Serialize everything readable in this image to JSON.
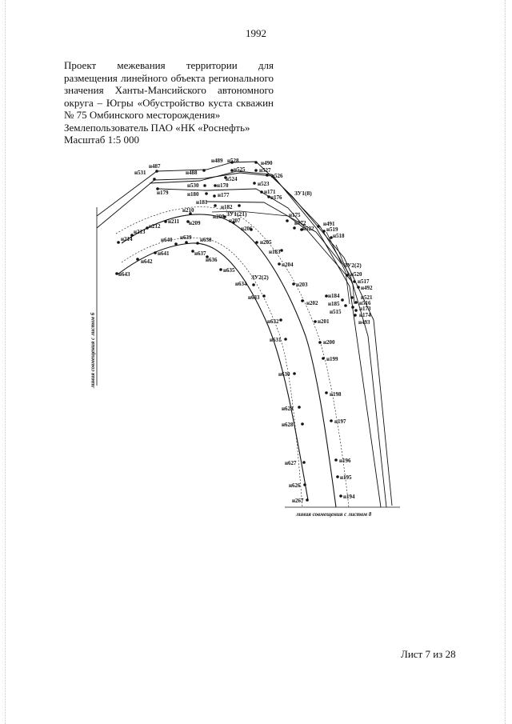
{
  "header": {
    "page_number": "1992"
  },
  "title_block": {
    "lines": [
      "Проект межевания территории для",
      "размещения линейного объекта регионального",
      "значения Ханты-Мансийского автономного",
      "округа – Югры «Обустройство куста скважин",
      "№ 75 Омбинского месторождения»",
      "Землепользователь ПАО «НК «Роснефть»",
      "Масштаб 1:5 000"
    ]
  },
  "map": {
    "edge_label_left": "линия совмещения с листом 6",
    "edge_label_bottom": "линия совмещения с листом 8",
    "zones": [
      "ЗУ1(8)",
      "ЗУ1(21)",
      "ЗУ2(2)",
      "ЗУ2(2)"
    ],
    "points": [
      "н487",
      "н531",
      "н179",
      "н488",
      "н489",
      "н528",
      "н490",
      "н525",
      "н527",
      "н524",
      "н526",
      "н530",
      "н170",
      "н523",
      "н180",
      "н177",
      "н171",
      "н176",
      "н181",
      "н182",
      "н210",
      "н208",
      "н207",
      "н211",
      "н209",
      "н206",
      "н212",
      "н213",
      "н214",
      "н175",
      "н172",
      "н522",
      "н491",
      "н519",
      "н518",
      "н183",
      "н205",
      "н204",
      "н520",
      "н517",
      "н492",
      "н521",
      "н516",
      "н173",
      "н174",
      "н184",
      "н185",
      "н515",
      "н493",
      "н203",
      "н202",
      "н201",
      "н200",
      "н199",
      "н198",
      "н197",
      "н196",
      "н195",
      "н194",
      "н640",
      "н639",
      "н638",
      "н641",
      "н637",
      "н636",
      "н642",
      "н643",
      "н635",
      "н634",
      "н633",
      "н632",
      "н631",
      "н630",
      "н629",
      "н628",
      "н627",
      "н626",
      "н267"
    ]
  },
  "footer": {
    "sheet": "Лист 7 из 28"
  }
}
